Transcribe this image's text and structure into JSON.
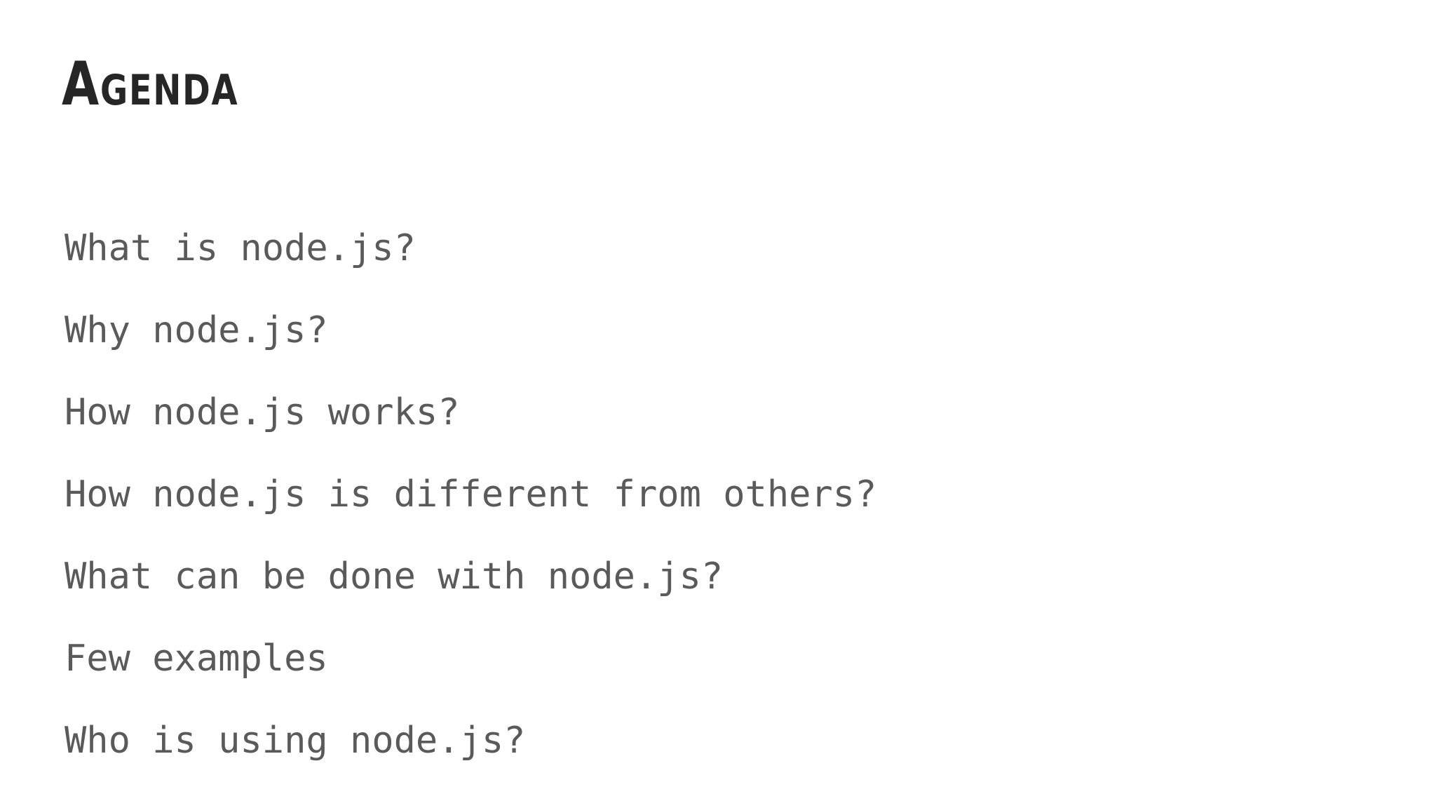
{
  "slide": {
    "background_color": "#ffffff",
    "title": "Agenda",
    "title_color": "#262626",
    "body_color": "#5a5a5a",
    "items": [
      "What is node.js?",
      "Why node.js?",
      "How node.js works?",
      "How node.js is different from others?",
      "What can be done with node.js?",
      "Few examples",
      "Who is using node.js?"
    ]
  }
}
